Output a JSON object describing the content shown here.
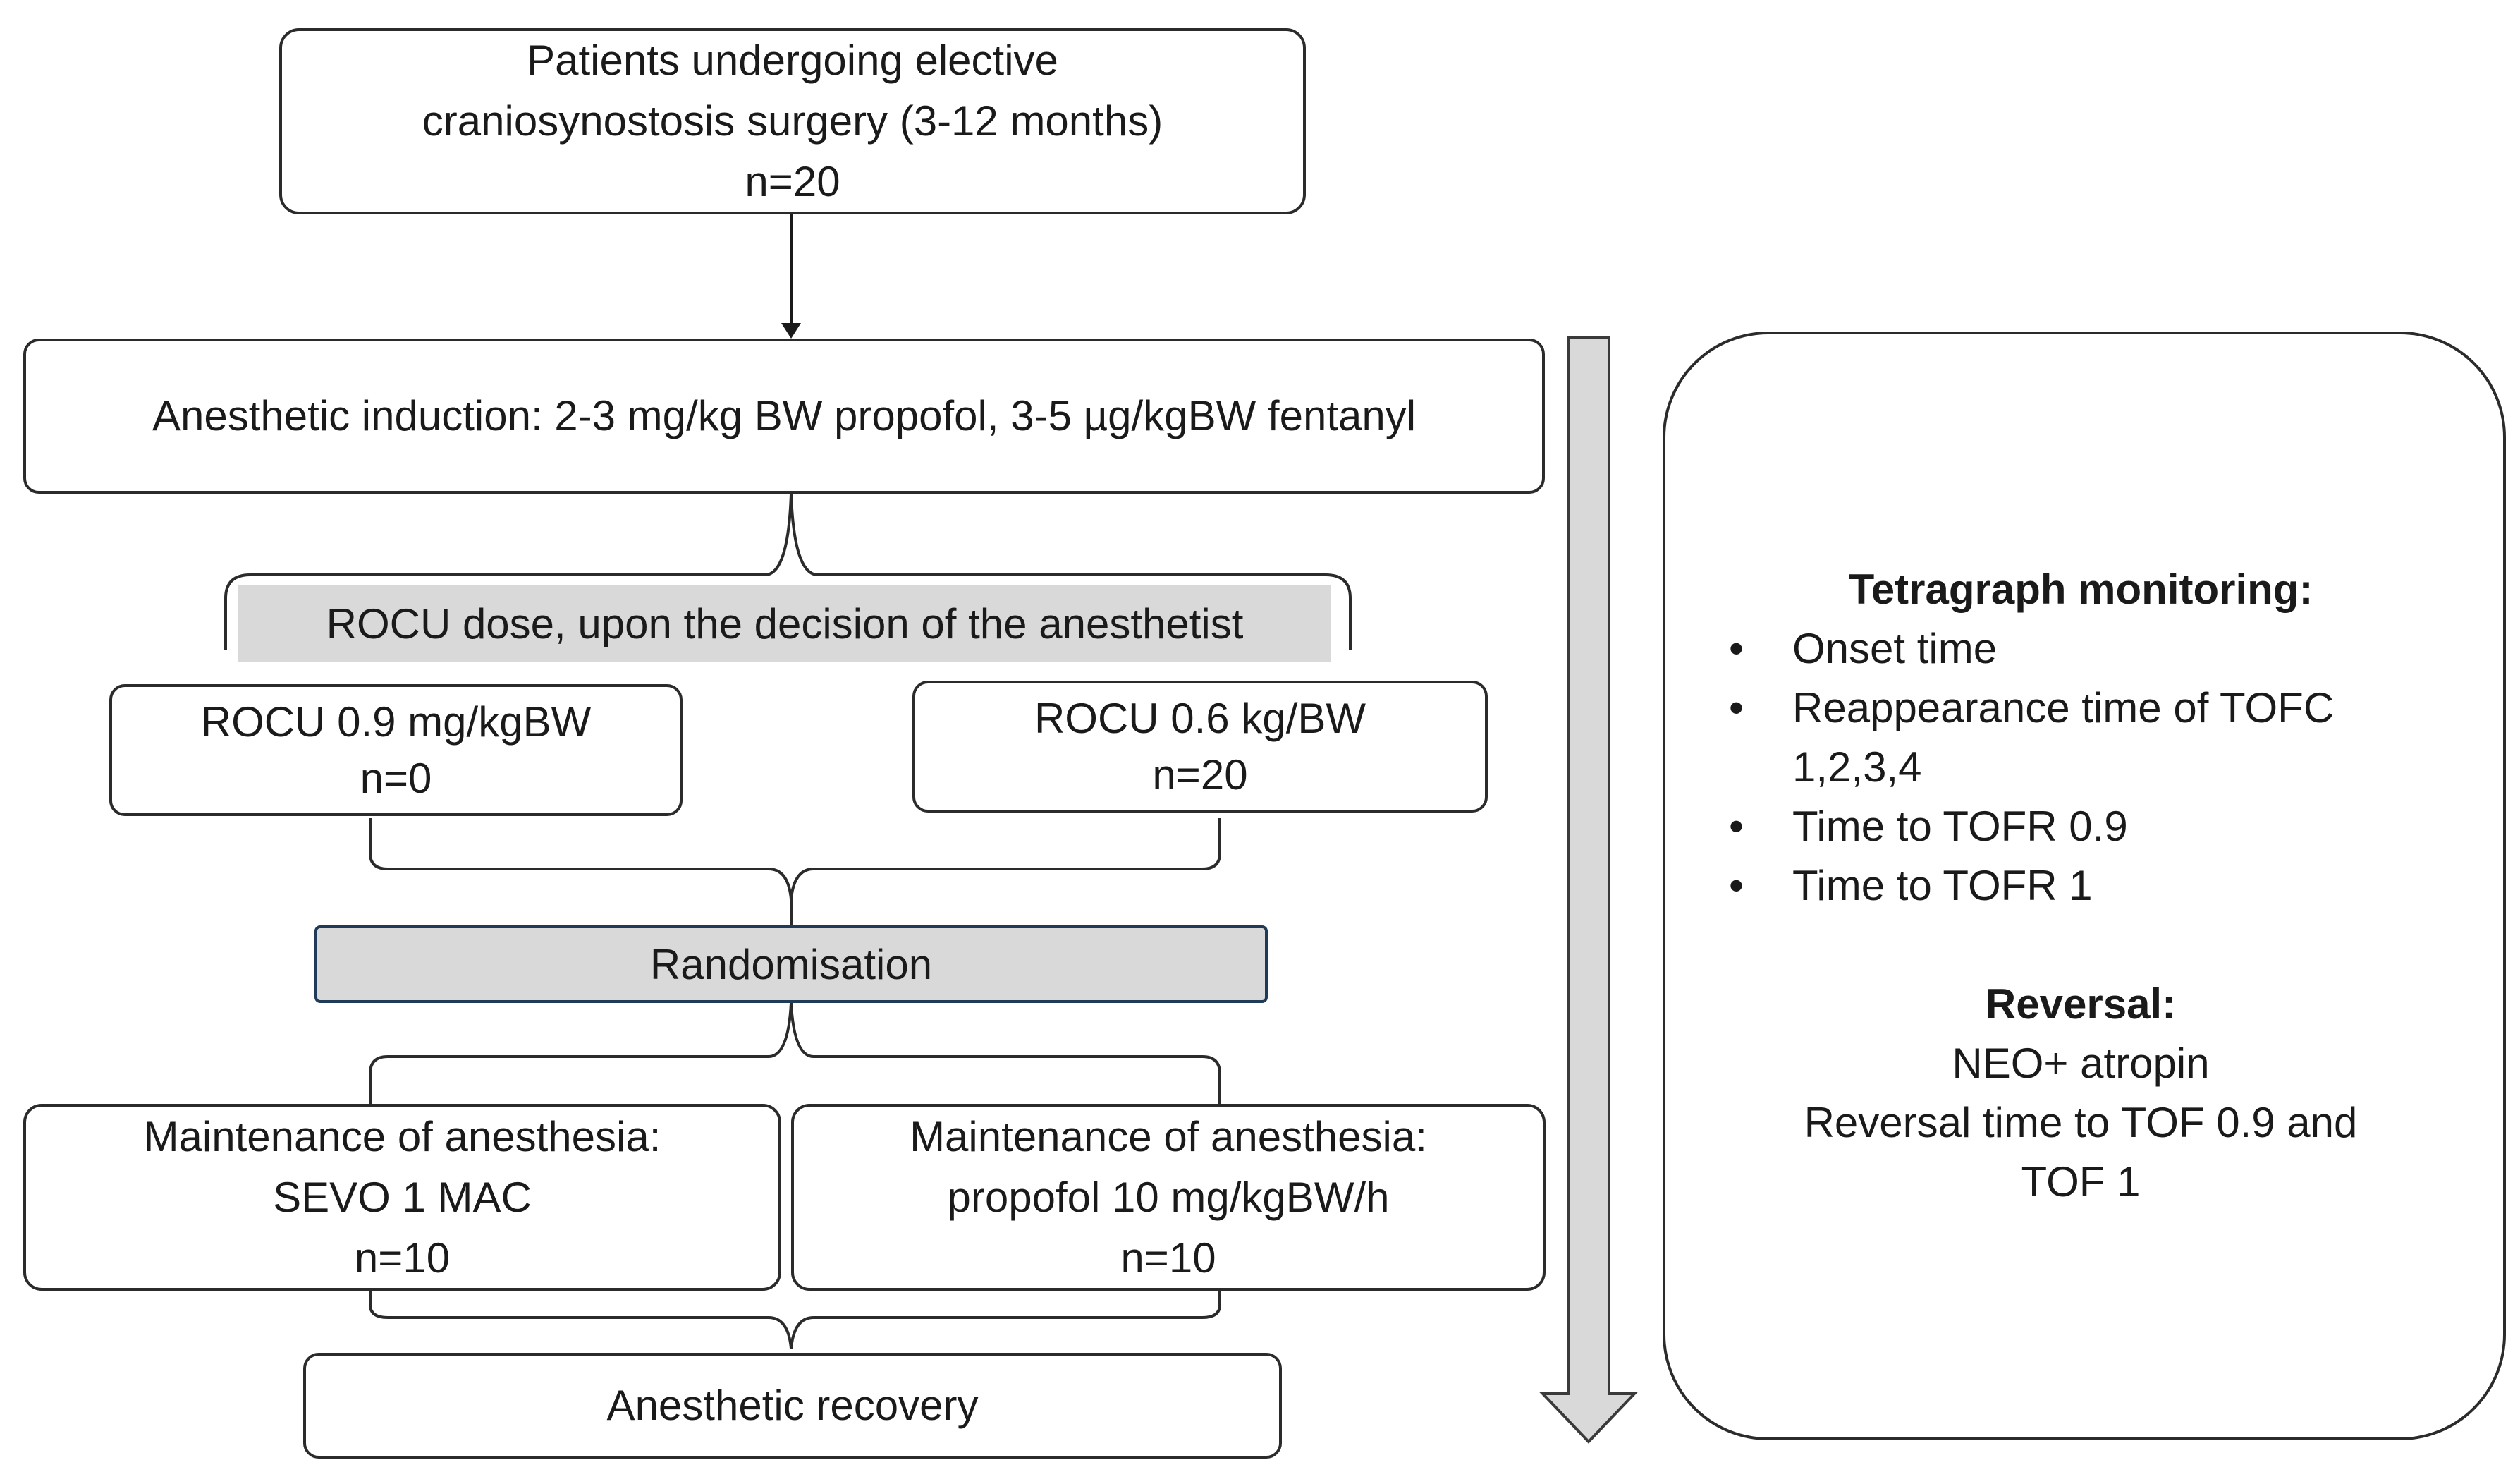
{
  "flow": {
    "population": {
      "line1": "Patients undergoing elective",
      "line2": "craniosynostosis surgery (3-12 months)",
      "n": "n=20"
    },
    "induction": "Anesthetic induction: 2-3 mg/kg BW propofol, 3-5 µg/kgBW fentanyl",
    "rocu_decision": "ROCU dose, upon the decision of the anesthetist",
    "rocu_high": {
      "label": "ROCU 0.9 mg/kgBW",
      "n": "n=0"
    },
    "rocu_low": {
      "label": "ROCU 0.6 kg/BW",
      "n": "n=20"
    },
    "randomisation": "Randomisation",
    "maint_sevo": {
      "line1": "Maintenance of anesthesia:",
      "line2": "SEVO 1 MAC",
      "n": "n=10"
    },
    "maint_propofol": {
      "line1": "Maintenance of anesthesia:",
      "line2": "propofol 10 mg/kgBW/h",
      "n": "n=10"
    },
    "recovery": "Anesthetic recovery"
  },
  "side_panel": {
    "monitoring_heading": "Tetragraph monitoring:",
    "monitoring_items": [
      "Onset time",
      "Reappearance time of TOFC 1,2,3,4",
      "Time to TOFR 0.9",
      "Time to TOFR 1"
    ],
    "reversal_heading": "Reversal:",
    "reversal_line1": "NEO+ atropin",
    "reversal_line2": "Reversal time to TOF 0.9 and TOF 1"
  },
  "colors": {
    "box_border": "#2b2b2b",
    "gray_fill": "#d9d9d9",
    "randomisation_border": "#1f3b57"
  }
}
